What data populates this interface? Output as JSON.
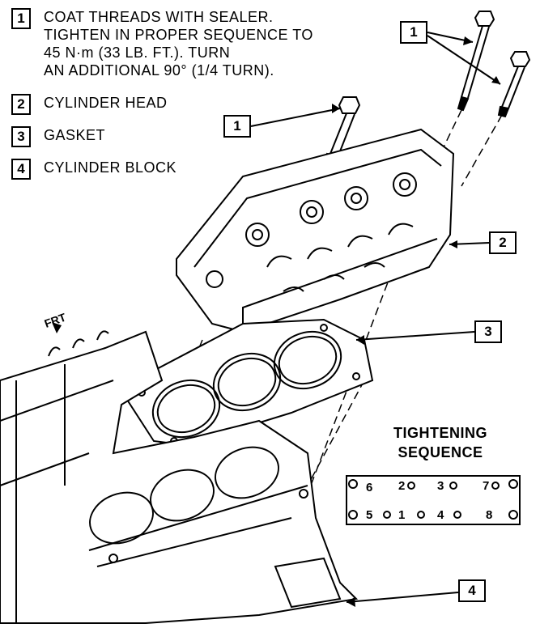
{
  "legend": [
    {
      "num": "1",
      "lines": [
        "COAT THREADS WITH SEALER.",
        "TIGHTEN IN PROPER SEQUENCE TO",
        "45 N·m (33 LB. FT.). TURN",
        "AN ADDITIONAL 90° (1/4 TURN)."
      ]
    },
    {
      "num": "2",
      "lines": [
        "CYLINDER HEAD"
      ]
    },
    {
      "num": "3",
      "lines": [
        "GASKET"
      ]
    },
    {
      "num": "4",
      "lines": [
        "CYLINDER BLOCK"
      ]
    }
  ],
  "callouts": {
    "bolt_top": "1",
    "bolt_mid": "1",
    "head": "2",
    "gasket": "3",
    "block": "4"
  },
  "frt_label": "FRT",
  "sequence": {
    "title_line1": "TIGHTENING",
    "title_line2": "SEQUENCE",
    "top_row": [
      "6",
      "2",
      "3",
      "7"
    ],
    "bottom_row": [
      "5",
      "1",
      "4",
      "8"
    ]
  }
}
